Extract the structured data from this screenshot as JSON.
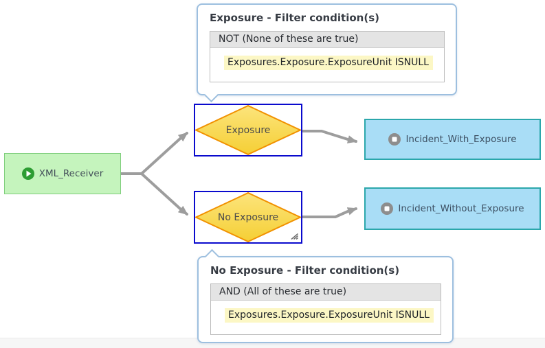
{
  "nodes": {
    "start": {
      "label": "XML_Receiver",
      "icon": "play-icon"
    },
    "decision_top": {
      "label": "Exposure"
    },
    "decision_bottom": {
      "label": "No Exposure"
    },
    "end_top": {
      "label": "Incident_With_Exposure",
      "icon": "stop-icon"
    },
    "end_bottom": {
      "label": "Incident_Without_Exposure",
      "icon": "stop-icon"
    }
  },
  "tooltips": {
    "exposure": {
      "title": "Exposure - Filter condition(s)",
      "operator": "NOT (None of these are true)",
      "condition": "Exposures.Exposure.ExposureUnit ISNULL"
    },
    "no_exposure": {
      "title": "No Exposure - Filter condition(s)",
      "operator": "AND (All of these are true)",
      "condition": "Exposures.Exposure.ExposureUnit ISNULL"
    }
  },
  "colors": {
    "start_node_fill": "#c5f4bd",
    "start_node_border": "#7fce7c",
    "start_icon_green": "#2d9d33",
    "decision_fill_top": "#fce47c",
    "decision_fill_bottom": "#f5cf35",
    "decision_border": "#f19100",
    "selection_rect": "#0a0acd",
    "end_node_fill": "#a9ddf6",
    "end_node_border": "#2ba7ab",
    "stop_icon_gray": "#8d8d8d",
    "connector_gray": "#9d9d9d",
    "tooltip_border": "#9dbfdf",
    "condition_highlight": "#fcf7c5",
    "condition_header_bg": "#e4e4e4"
  }
}
